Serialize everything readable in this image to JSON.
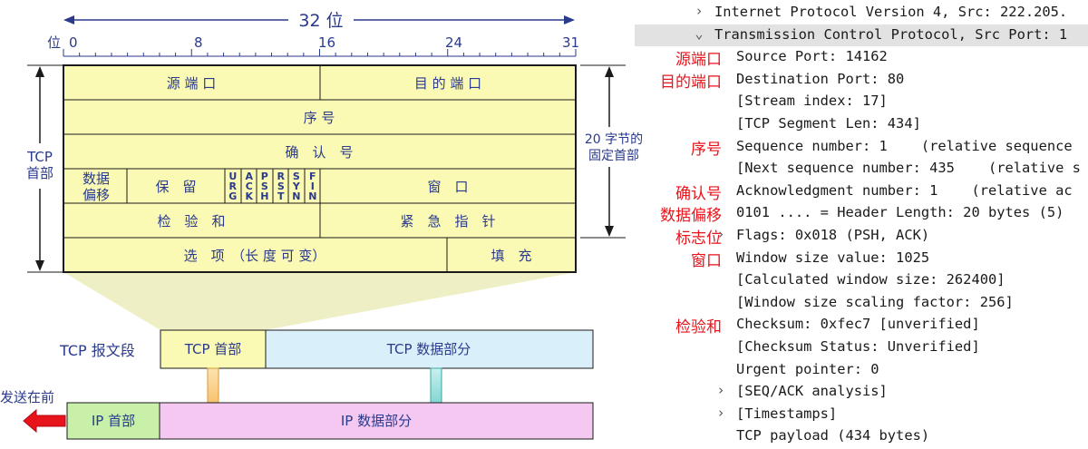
{
  "header": {
    "width_label": "32 位",
    "bit_unit": "位",
    "bit_ticks": [
      "0",
      "8",
      "16",
      "24",
      "31"
    ]
  },
  "side": {
    "left_label_line1": "TCP",
    "left_label_line2": "首部",
    "right_label_line1": "20 字节的",
    "right_label_line2": "固定首部"
  },
  "fields": {
    "source_port": "源 端 口",
    "dest_port": "目 的 端 口",
    "seq": "序 号",
    "ack": "确　认　号",
    "data_offset_line1": "数据",
    "data_offset_line2": "偏移",
    "reserved": "保　留",
    "flags": [
      [
        "U",
        "R",
        "G"
      ],
      [
        "A",
        "C",
        "K"
      ],
      [
        "P",
        "S",
        "H"
      ],
      [
        "R",
        "S",
        "T"
      ],
      [
        "S",
        "Y",
        "N"
      ],
      [
        "F",
        "I",
        "N"
      ]
    ],
    "window": "窗　口",
    "checksum": "检　验　和",
    "urgent": "紧　急　指　针",
    "options": "选　项　（长 度 可 变）",
    "padding": "填　充"
  },
  "segment": {
    "label": "TCP 报文段",
    "tcp_header": "TCP 首部",
    "tcp_data": "TCP 数据部分",
    "send_first": "发送在前",
    "ip_header": "IP 首部",
    "ip_data": "IP 数据部分"
  },
  "wireshark": {
    "rows": [
      {
        "arrow": "›",
        "text": "Internet Protocol Version 4, Src: 222.205.",
        "selected": false,
        "label": ""
      },
      {
        "arrow": "⌄",
        "text": "Transmission Control Protocol, Src Port: 1",
        "selected": true,
        "label": ""
      },
      {
        "arrow": "",
        "text": "Source Port: 14162",
        "selected": false,
        "label": "源端口"
      },
      {
        "arrow": "",
        "text": "Destination Port: 80",
        "selected": false,
        "label": "目的端口"
      },
      {
        "arrow": "",
        "text": "[Stream index: 17]",
        "selected": false,
        "label": ""
      },
      {
        "arrow": "",
        "text": "[TCP Segment Len: 434]",
        "selected": false,
        "label": ""
      },
      {
        "arrow": "",
        "text": "Sequence number: 1    (relative sequence",
        "selected": false,
        "label": "序号"
      },
      {
        "arrow": "",
        "text": "[Next sequence number: 435    (relative s",
        "selected": false,
        "label": ""
      },
      {
        "arrow": "",
        "text": "Acknowledgment number: 1    (relative ac",
        "selected": false,
        "label": "确认号"
      },
      {
        "arrow": "",
        "text": "0101 .... = Header Length: 20 bytes (5)",
        "selected": false,
        "label": "数据偏移"
      },
      {
        "arrow": "›",
        "text": "Flags: 0x018 (PSH, ACK)",
        "selected": false,
        "label": "标志位"
      },
      {
        "arrow": "",
        "text": "Window size value: 1025",
        "selected": false,
        "label": "窗口"
      },
      {
        "arrow": "",
        "text": "[Calculated window size: 262400]",
        "selected": false,
        "label": ""
      },
      {
        "arrow": "",
        "text": "[Window size scaling factor: 256]",
        "selected": false,
        "label": ""
      },
      {
        "arrow": "",
        "text": "Checksum: 0xfec7 [unverified]",
        "selected": false,
        "label": "检验和"
      },
      {
        "arrow": "",
        "text": "[Checksum Status: Unverified]",
        "selected": false,
        "label": ""
      },
      {
        "arrow": "",
        "text": "Urgent pointer: 0",
        "selected": false,
        "label": ""
      },
      {
        "arrow": "›",
        "text": "[SEQ/ACK analysis]",
        "selected": false,
        "label": ""
      },
      {
        "arrow": "›",
        "text": "[Timestamps]",
        "selected": false,
        "label": ""
      },
      {
        "arrow": "",
        "text": "TCP payload (434 bytes)",
        "selected": false,
        "label": ""
      }
    ]
  },
  "colors": {
    "header_fill": "#fafab4",
    "tcp_data_fill": "#d9f0fb",
    "ip_header_fill": "#c8f0a8",
    "ip_data_fill": "#f4c8f0",
    "trapezoid_fill": "#efefc6",
    "annotation_red": "#e8141b",
    "line_blue": "#2a3a8c"
  }
}
